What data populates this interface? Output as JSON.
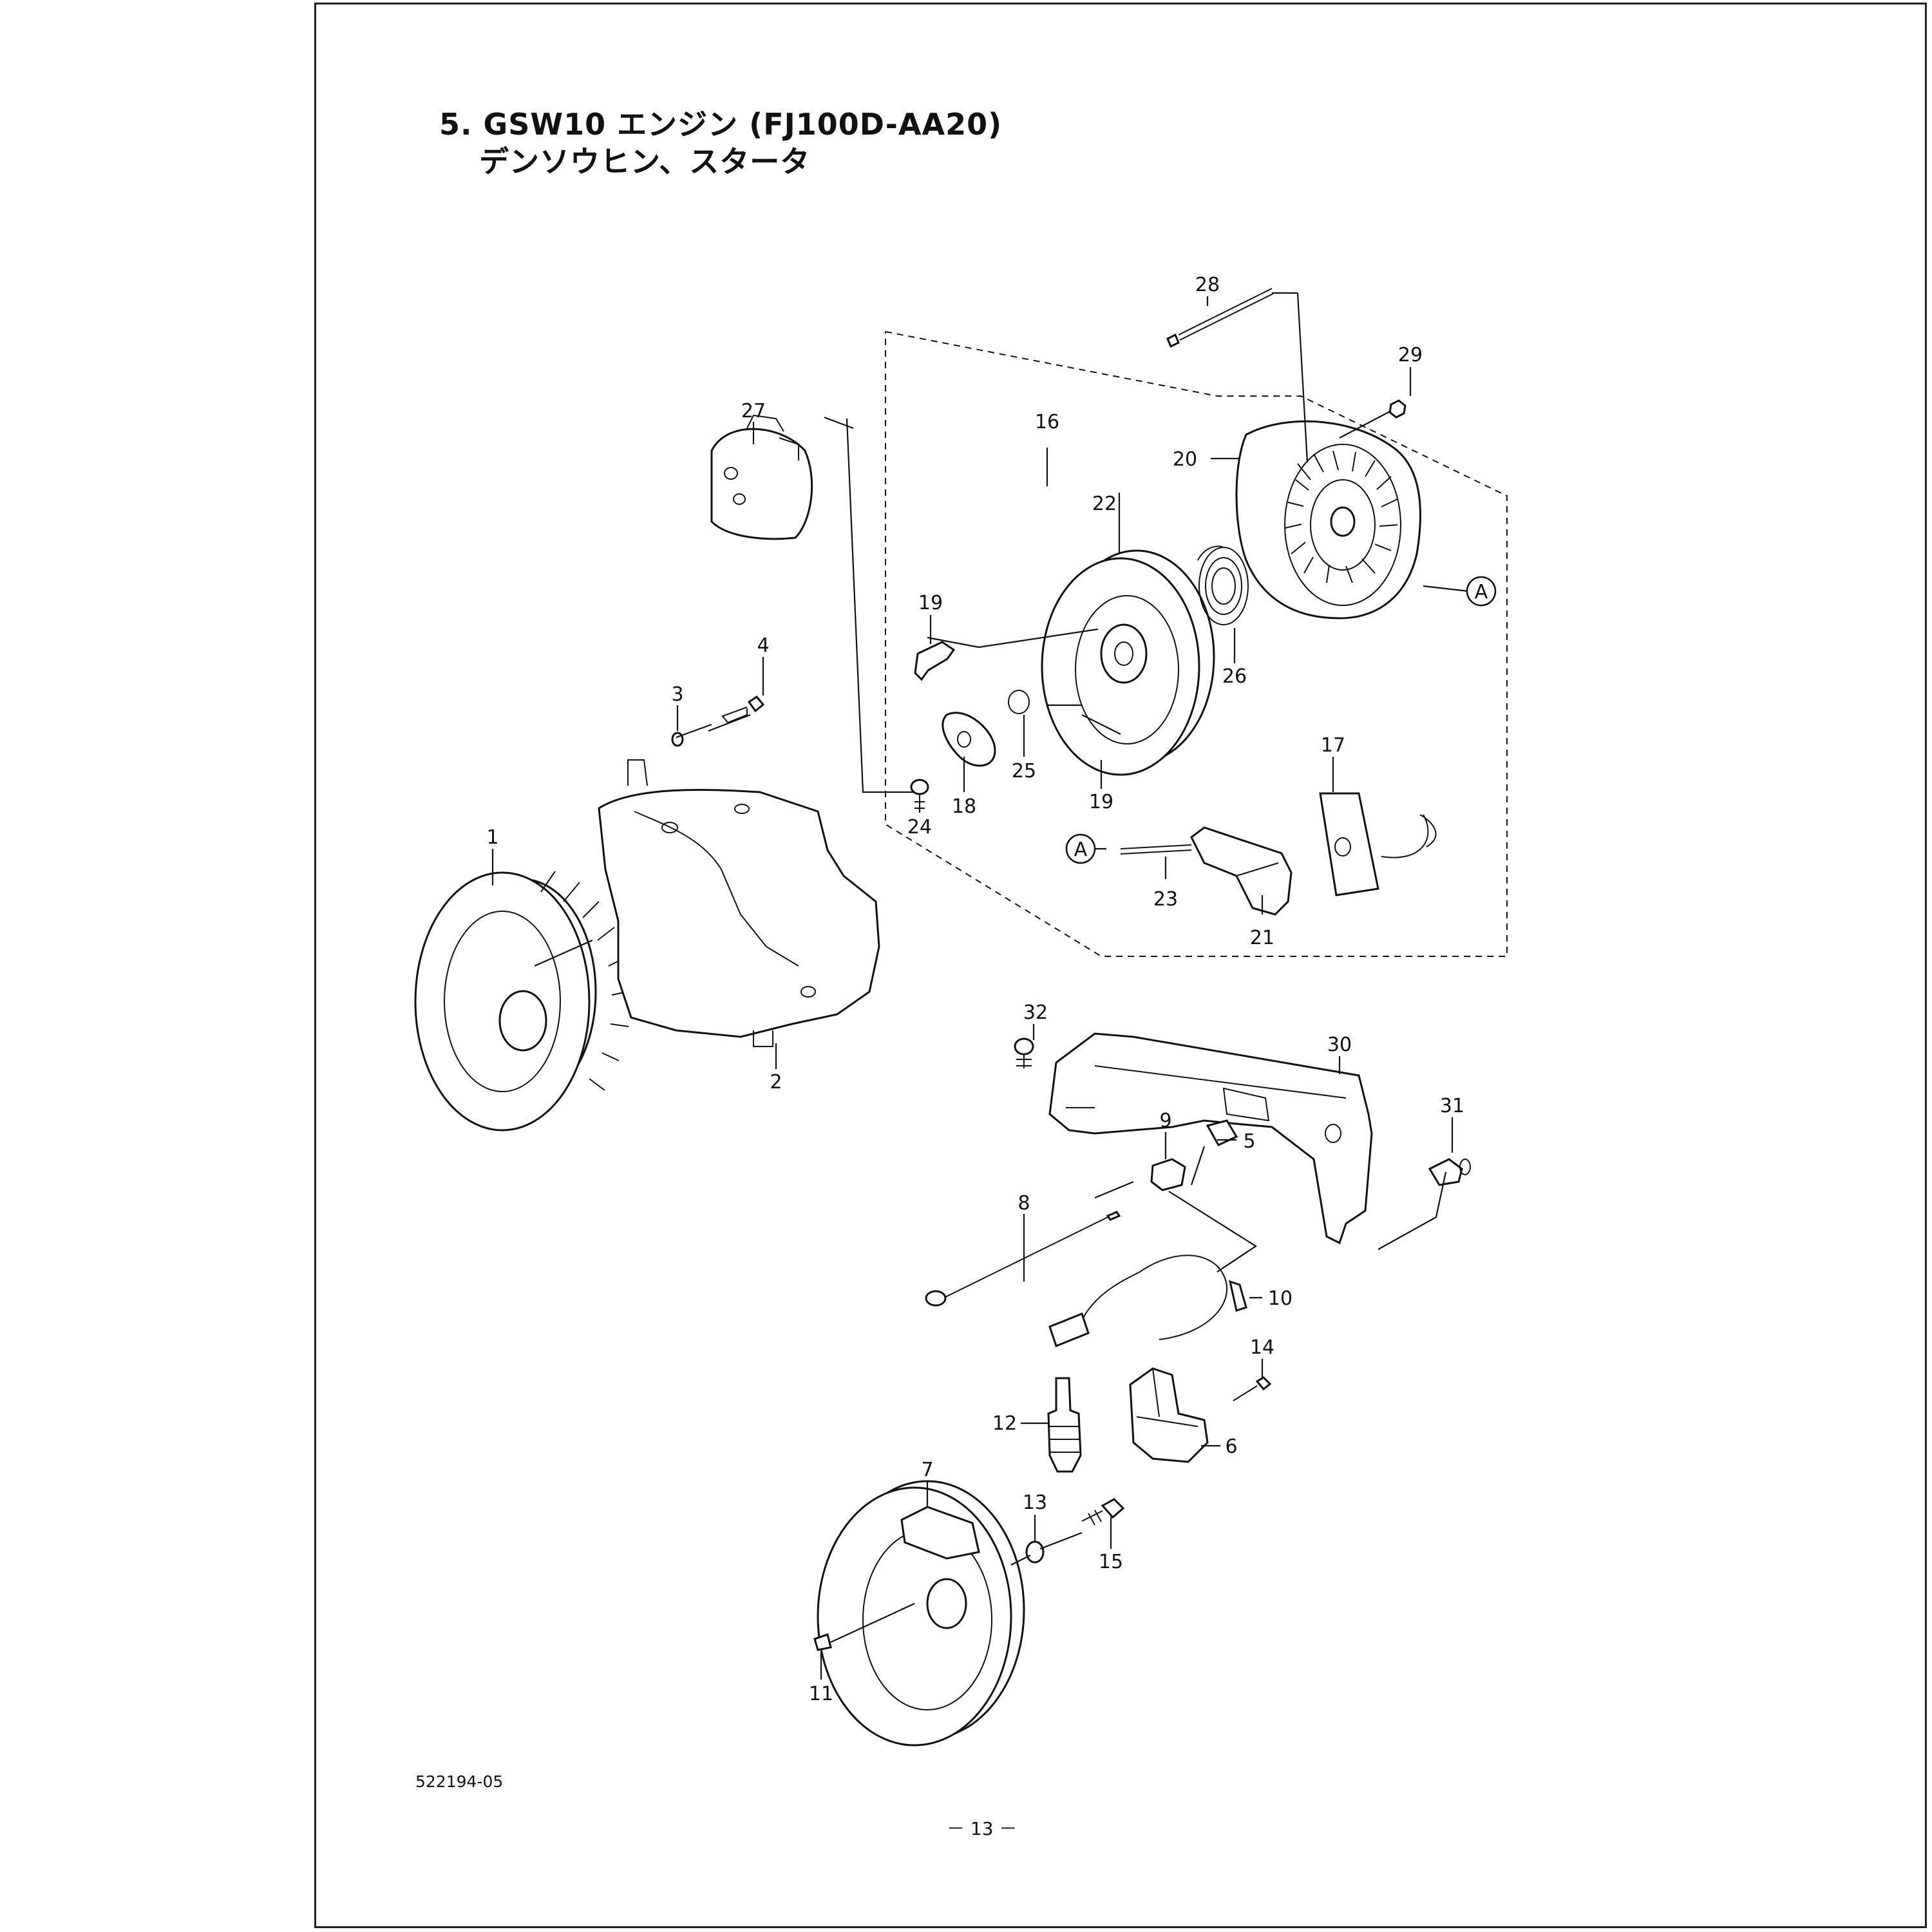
{
  "title": {
    "line1": "5. GSW10 エンジン (FJ100D-AA20)",
    "line2": "デンソウヒン、スタータ"
  },
  "document_number": "522194-05",
  "page_number": "－ 13 －",
  "reference_marker": "A",
  "callouts": {
    "c1": "1",
    "c2": "2",
    "c3": "3",
    "c4": "4",
    "c5": "5",
    "c6": "6",
    "c7": "7",
    "c8": "8",
    "c9": "9",
    "c10": "10",
    "c11": "11",
    "c12": "12",
    "c13": "13",
    "c14": "14",
    "c15": "15",
    "c16": "16",
    "c17": "17",
    "c18": "18",
    "c19a": "19",
    "c19b": "19",
    "c20": "20",
    "c21": "21",
    "c22": "22",
    "c23": "23",
    "c24": "24",
    "c25": "25",
    "c26": "26",
    "c27": "27",
    "c28": "28",
    "c29": "29",
    "c30": "30",
    "c31": "31",
    "c32": "32"
  }
}
